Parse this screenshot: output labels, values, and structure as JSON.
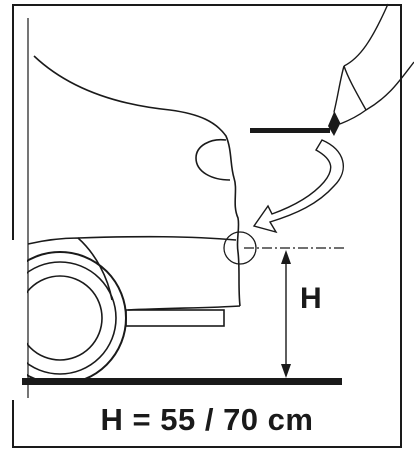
{
  "diagram": {
    "height_symbol": "H",
    "height_value_text": "H = 55 / 70 cm"
  },
  "icons": [
    "car-rear-bumper",
    "wheel",
    "marker-pen",
    "curved-arrow",
    "dimension-arrow",
    "ground-line"
  ],
  "colors": {
    "ink": "#1a1a1a",
    "background": "#ffffff"
  }
}
